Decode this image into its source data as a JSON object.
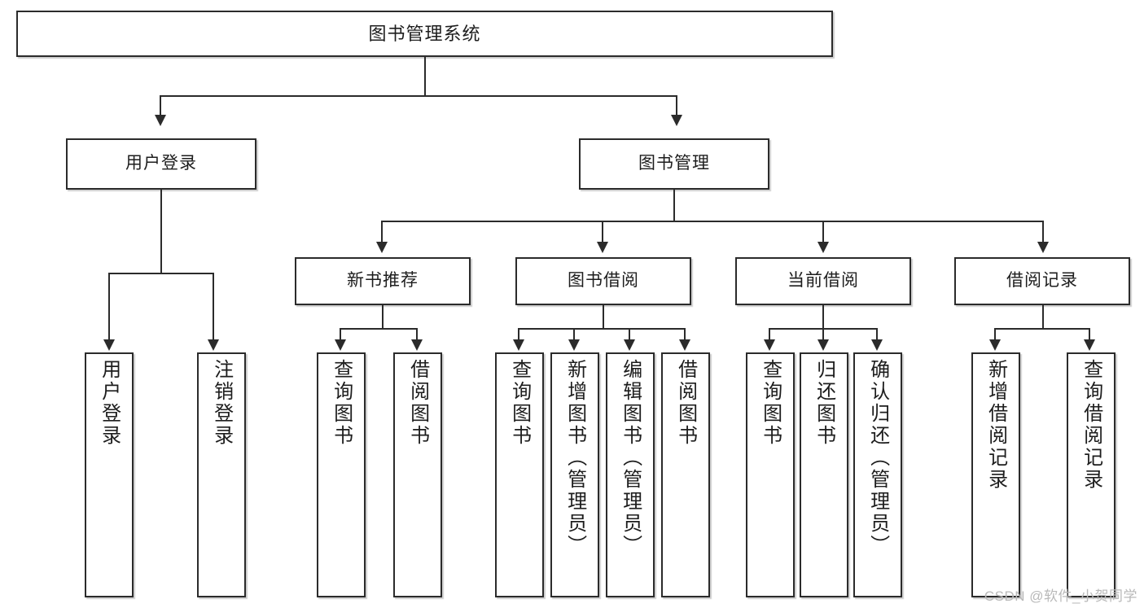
{
  "diagram": {
    "title": "图书管理系统",
    "watermark": "CSDN @软件_小贺同学",
    "type": "tree-diagram",
    "accent_color": "#2b2b2b",
    "background_color": "#ffffff",
    "text_color": "#1d1d1d",
    "watermark_color": "#b9b9b9",
    "root": {
      "label": "图书管理系统"
    },
    "level2": [
      {
        "label": "用户登录"
      },
      {
        "label": "图书管理"
      }
    ],
    "level3": [
      {
        "label": "新书推荐"
      },
      {
        "label": "图书借阅"
      },
      {
        "label": "当前借阅"
      },
      {
        "label": "借阅记录"
      }
    ],
    "leaves": {
      "user_login": [
        {
          "label": "用户登录"
        },
        {
          "label": "注销登录"
        }
      ],
      "new_book_recommend": [
        {
          "label": "查询图书"
        },
        {
          "label": "借阅图书"
        }
      ],
      "book_borrow": [
        {
          "label": "查询图书"
        },
        {
          "label": "新增图书（管理员）"
        },
        {
          "label": "编辑图书（管理员）"
        },
        {
          "label": "借阅图书"
        }
      ],
      "current_borrow": [
        {
          "label": "查询图书"
        },
        {
          "label": "归还图书"
        },
        {
          "label": "确认归还（管理员）"
        }
      ],
      "borrow_record": [
        {
          "label": "新增借阅记录"
        },
        {
          "label": "查询借阅记录"
        }
      ]
    }
  }
}
